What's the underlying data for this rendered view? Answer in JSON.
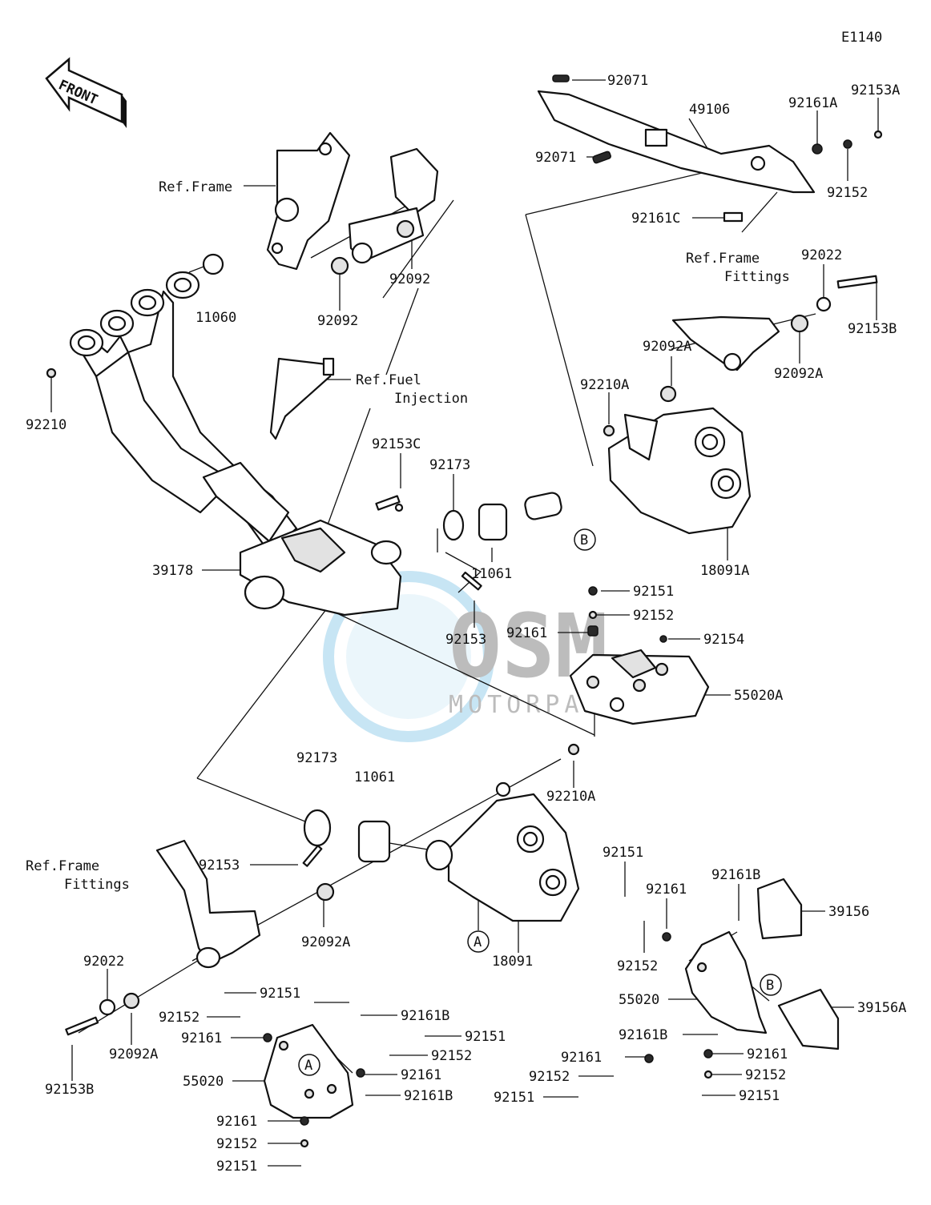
{
  "diagram_code": "E1140",
  "front_label": "FRONT",
  "watermark": {
    "brand": "OSM",
    "sub": "MOTORPARTS",
    "color": "#3aa3d8"
  },
  "references": {
    "frame": "Ref.Frame",
    "frame_fittings_top_1": "Ref.Frame",
    "frame_fittings_top_2": "Fittings",
    "fuel_1": "Ref.Fuel",
    "fuel_2": "Injection",
    "frame_fittings_bottom_1": "Ref.Frame",
    "frame_fittings_bottom_2": "Fittings"
  },
  "markers": {
    "a": "A",
    "b": "B"
  },
  "labels": {
    "p92071_top": "92071",
    "p49106": "49106",
    "p92161A": "92161A",
    "p92153A": "92153A",
    "p92071_mid": "92071",
    "p92152_top": "92152",
    "p92161C": "92161C",
    "p92022_top": "92022",
    "p92153B_top": "92153B",
    "p92092A_left": "92092A",
    "p92092A_right": "92092A",
    "p92210A_top": "92210A",
    "p11060": "11060",
    "p92092_right": "92092",
    "p92092_left": "92092",
    "p92210": "92210",
    "p92153C": "92153C",
    "p92173_top": "92173",
    "p39178": "39178",
    "p11061_top": "11061",
    "p92153_top": "92153",
    "p18091A": "18091A",
    "p92151_r1": "92151",
    "p92152_r1": "92152",
    "p92161_r1": "92161",
    "p92154": "92154",
    "p55020A": "55020A",
    "p92173_bottom": "92173",
    "p11061_bottom": "11061",
    "p92210A_bottom": "92210A",
    "p92153_bottom": "92153",
    "p92092A_bottom": "92092A",
    "p18091": "18091",
    "p92022_bottom": "92022",
    "p92092A_bottom2": "92092A",
    "p92153B_bottom": "92153B",
    "p92151_bl1": "92151",
    "p92152_bl1": "92152",
    "p92161_bl1": "92161",
    "p92161B_bl1": "92161B",
    "p92151_bl2": "92151",
    "p92152_bl2": "92152",
    "p92161_bl2": "92161",
    "p55020_left": "55020",
    "p92161B_bl2": "92161B",
    "p92161_bl3": "92161",
    "p92152_bl3": "92152",
    "p92151_bl3": "92151",
    "p92151_br1": "92151",
    "p92161_br1": "92161",
    "p92161B_br1": "92161B",
    "p39156": "39156",
    "p92152_br1": "92152",
    "p55020_right": "55020",
    "p92161B_br2": "92161B",
    "p39156A": "39156A",
    "p92161_br2": "92161",
    "p92161_br3": "92161",
    "p92152_br2": "92152",
    "p92152_br3": "92152",
    "p92151_br2": "92151",
    "p92151_br3": "92151"
  }
}
